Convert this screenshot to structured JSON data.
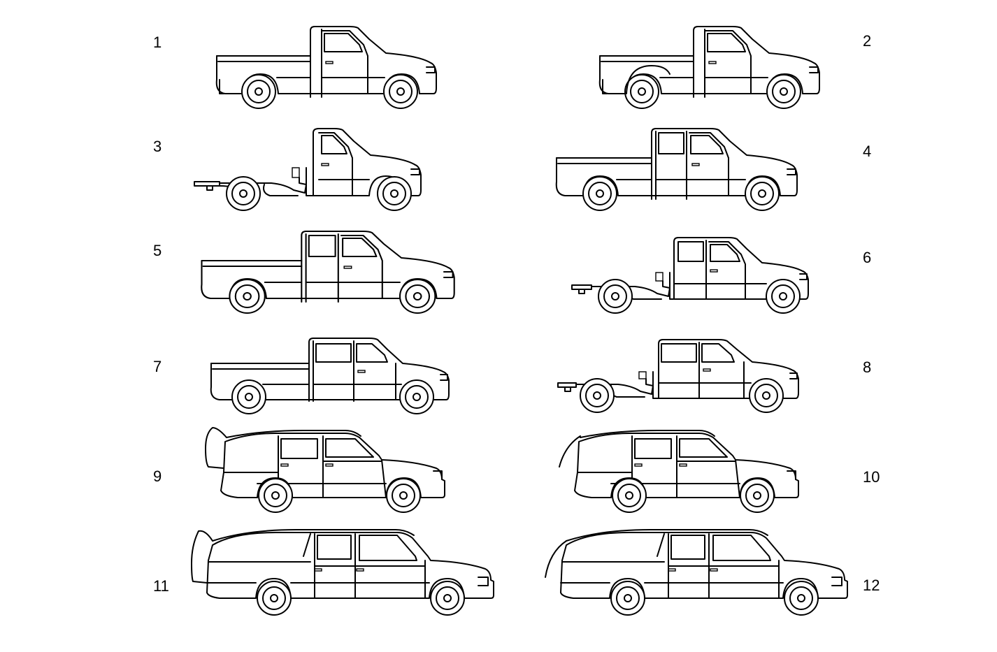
{
  "labels": [
    "1",
    "2",
    "3",
    "4",
    "5",
    "6",
    "7",
    "8",
    "9",
    "10",
    "11",
    "12"
  ],
  "vehicles": [
    {
      "label": "1",
      "body": "pickup",
      "cab": "regular"
    },
    {
      "label": "2",
      "body": "pickup",
      "cab": "regular"
    },
    {
      "label": "3",
      "body": "chassis-cab",
      "cab": "regular"
    },
    {
      "label": "4",
      "body": "pickup",
      "cab": "extended"
    },
    {
      "label": "5",
      "body": "pickup",
      "cab": "extended"
    },
    {
      "label": "6",
      "body": "chassis-cab",
      "cab": "extended"
    },
    {
      "label": "7",
      "body": "pickup",
      "cab": "crew"
    },
    {
      "label": "8",
      "body": "chassis-cab",
      "cab": "crew"
    },
    {
      "label": "9",
      "body": "suv",
      "tailgate": "liftgate"
    },
    {
      "label": "10",
      "body": "suv",
      "tailgate": "liftgate"
    },
    {
      "label": "11",
      "body": "suv-long",
      "tailgate": "liftgate"
    },
    {
      "label": "12",
      "body": "suv-long",
      "tailgate": "liftgate"
    }
  ],
  "colors": {
    "line": "#000000",
    "background": "#ffffff"
  }
}
